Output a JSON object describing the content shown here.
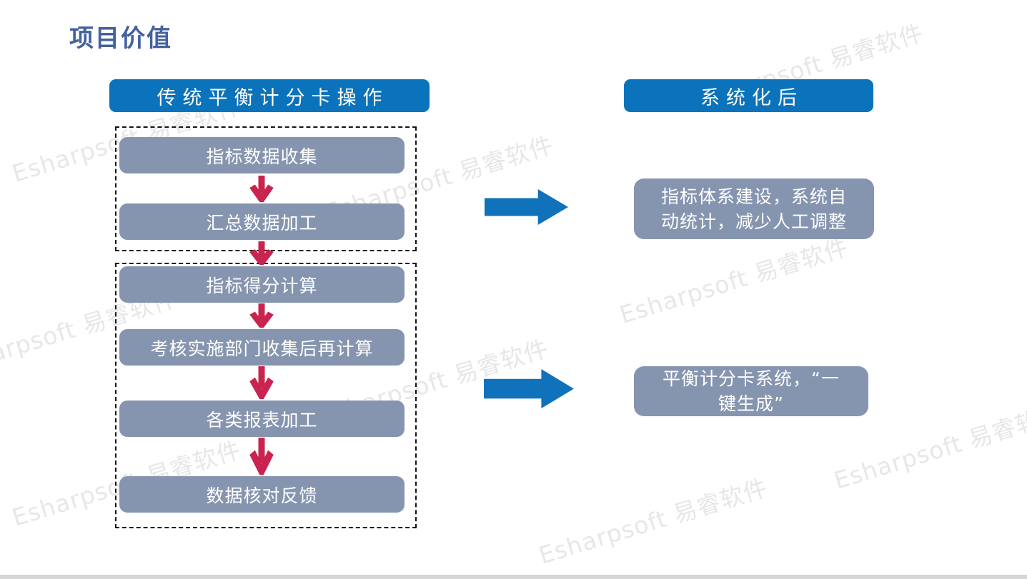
{
  "page": {
    "title": "项目价值",
    "watermark": "Esharpsoft 易睿软件"
  },
  "left_flow": {
    "header": "传统平衡计分卡操作",
    "group1_steps": [
      "指标数据收集",
      "汇总数据加工"
    ],
    "group2_steps": [
      "指标得分计算",
      "考核实施部门收集后再计算",
      "各类报表加工",
      "数据核对反馈"
    ]
  },
  "right_results": {
    "header": "系统化后",
    "benefit1_lines": [
      "指标体系建设，系统自",
      "动统计，减少人工调整"
    ],
    "benefit2_lines": [
      "平衡计分卡系统，“一",
      "键生成”"
    ]
  },
  "colors": {
    "title_text": "#44619e",
    "header_bg": "#0b73bb",
    "step_box_bg": "#8695af",
    "down_arrow": "#c8244f",
    "right_arrow": "#0f72bb",
    "watermark": "#e7e7e7",
    "bottom_bar": "#d6d6d6"
  }
}
